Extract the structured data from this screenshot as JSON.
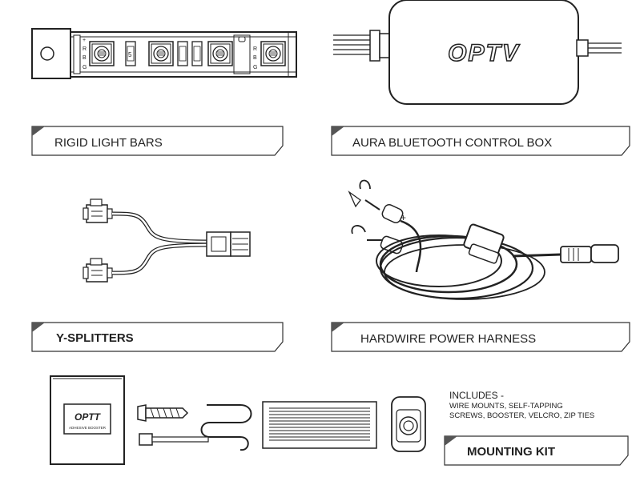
{
  "sections": {
    "light_bars": "RIGID LIGHT BARS",
    "control_box": "AURA BLUETOOTH CONTROL BOX",
    "splitters": "Y-SPLITTERS",
    "harness": "HARDWIRE POWER HARNESS",
    "mounting": "MOUNTING KIT"
  },
  "control_box_logo": "OPTV",
  "pad_logo": "OPTT",
  "pad_subtext": "ADHESIVE BOOSTER",
  "strip_pins": [
    "+",
    "R",
    "B",
    "G"
  ],
  "chip_label": "5",
  "harness_plus": "+",
  "harness_minus": "-",
  "includes": {
    "title": "INCLUDES -",
    "line1": "WIRE MOUNTS, SELF-TAPPING",
    "line2": "SCREWS, BOOSTER, VELCRO, ZIP TIES"
  }
}
